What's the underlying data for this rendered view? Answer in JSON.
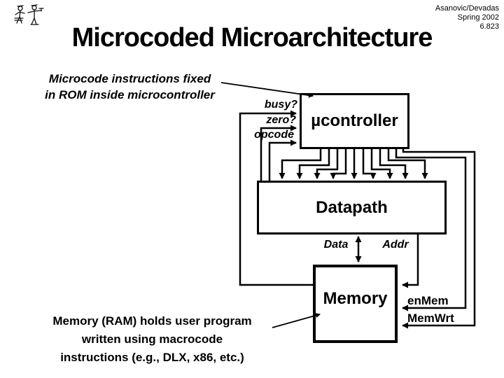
{
  "header": {
    "line1": "Asanovic/Devadas",
    "line2": "Spring 2002",
    "line3": "6.823"
  },
  "title": "Microcoded Microarchitecture",
  "notes": {
    "microcode": {
      "line1": "Microcode instructions fixed",
      "line2": "in ROM inside microcontroller"
    },
    "memory": {
      "line1": "Memory (RAM) holds user program",
      "line2": "written using macrocode",
      "line3": "instructions (e.g., DLX, x86, etc.)"
    }
  },
  "diagram": {
    "blocks": {
      "ucontroller": "µcontroller",
      "datapath": "Datapath",
      "memory": "Memory"
    },
    "signals": {
      "busy": "busy?",
      "zero": "zero?",
      "opcode": "opcode",
      "data": "Data",
      "addr": "Addr",
      "enmem": "enMem",
      "memwrt": "MemWrt"
    }
  },
  "icons": {
    "logo": "two-figures-woodcut-logo"
  },
  "colors": {
    "ink": "#000000",
    "background": "#ffffff"
  }
}
